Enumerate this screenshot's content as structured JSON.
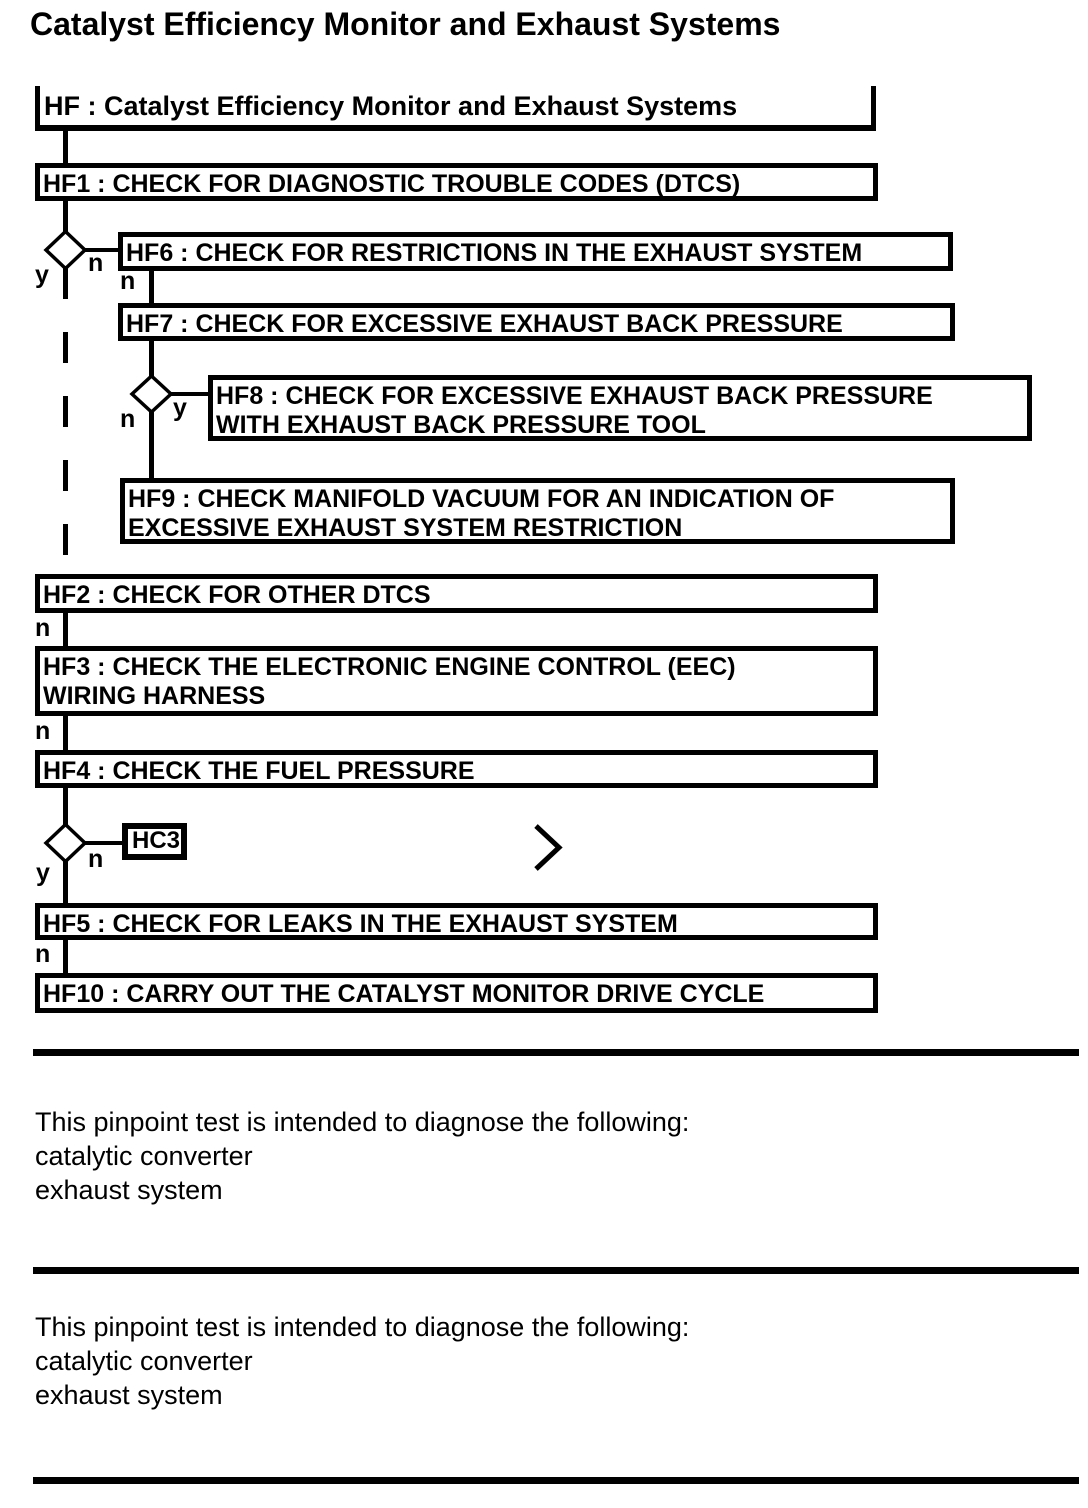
{
  "page": {
    "title": "Catalyst Efficiency Monitor and Exhaust Systems"
  },
  "flowchart": {
    "root_label": "HF : Catalyst Efficiency Monitor and Exhaust Systems",
    "nodes": {
      "hf1": "HF1 : CHECK FOR DIAGNOSTIC TROUBLE CODES (DTCS)",
      "hf6": "HF6 : CHECK FOR RESTRICTIONS IN THE EXHAUST SYSTEM",
      "hf7": "HF7 : CHECK FOR EXCESSIVE EXHAUST BACK PRESSURE",
      "hf8": [
        "HF8 : CHECK FOR EXCESSIVE EXHAUST BACK PRESSURE",
        "WITH EXHAUST BACK PRESSURE TOOL"
      ],
      "hf9": [
        "HF9 : CHECK MANIFOLD VACUUM FOR AN INDICATION OF",
        "EXCESSIVE EXHAUST SYSTEM RESTRICTION"
      ],
      "hf2": "HF2 : CHECK FOR OTHER DTCS",
      "hf3": [
        "HF3 : CHECK THE ELECTRONIC ENGINE CONTROL (EEC)",
        "WIRING HARNESS"
      ],
      "hf4": "HF4 : CHECK THE FUEL PRESSURE",
      "hc3": "HC3",
      "hf5": "HF5 : CHECK FOR LEAKS IN THE EXHAUST SYSTEM",
      "hf10": "HF10 : CARRY OUT THE CATALYST MONITOR DRIVE CYCLE"
    },
    "branch_labels": {
      "d1_yes": "y",
      "d1_no": "n",
      "hf6_no": "n",
      "d2_no": "n",
      "d2_yes": "y",
      "hf2_no": "n",
      "hf3_no": "n",
      "d3_yes": "y",
      "d3_no": "n",
      "hf5_no": "n"
    },
    "colors": {
      "line": "#000000",
      "box_background": "#ffffff"
    }
  },
  "notes": [
    {
      "lines": [
        "This pinpoint test is intended to diagnose the following:",
        "catalytic converter",
        "exhaust system"
      ]
    },
    {
      "lines": [
        "This pinpoint test is intended to diagnose the following:",
        "catalytic converter",
        "exhaust system"
      ]
    }
  ]
}
